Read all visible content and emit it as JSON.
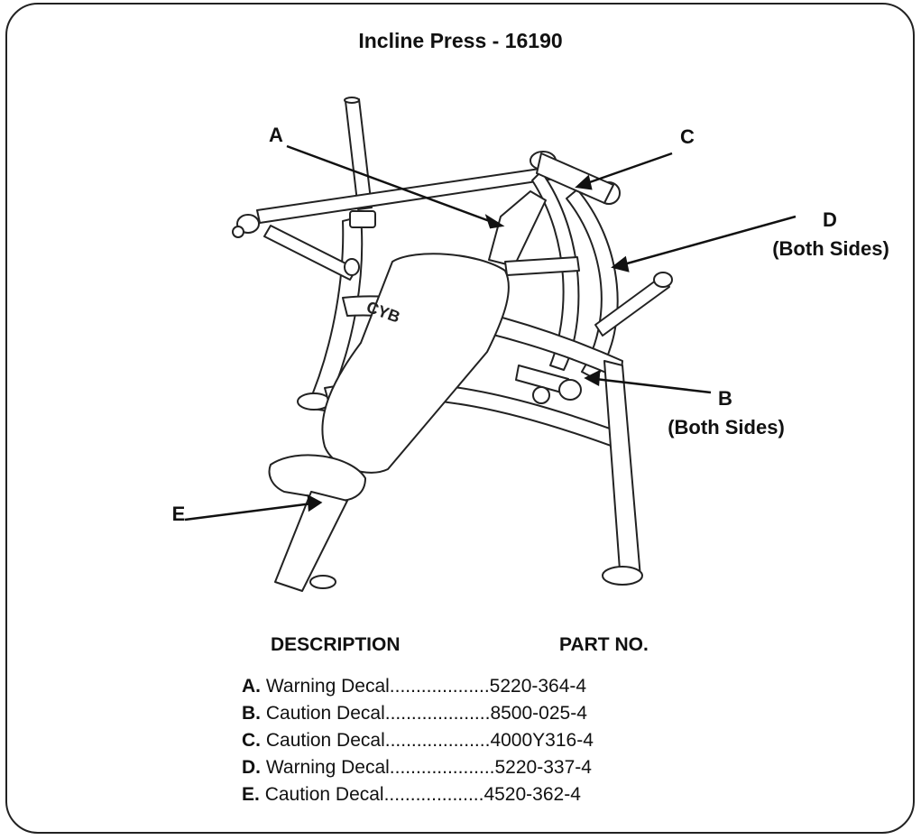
{
  "title": "Incline Press - 16190",
  "callouts": {
    "a": "A",
    "b": "B",
    "b_note": "(Both Sides)",
    "c": "C",
    "d": "D",
    "d_note": "(Both Sides)",
    "e": "E"
  },
  "parts_table": {
    "header_description": "DESCRIPTION",
    "header_part_no": "PART NO.",
    "rows": [
      {
        "letter": "A.",
        "description": "Warning Decal",
        "dots": "...................",
        "part_no": "5220-364-4"
      },
      {
        "letter": "B.",
        "description": "Caution Decal",
        "dots": "....................",
        "part_no": "8500-025-4"
      },
      {
        "letter": "C.",
        "description": "Caution Decal",
        "dots": "....................",
        "part_no": "4000Y316-4"
      },
      {
        "letter": "D.",
        "description": "Warning Decal",
        "dots": "....................",
        "part_no": "5220-337-4"
      },
      {
        "letter": "E.",
        "description": "Caution Decal",
        "dots": "...................",
        "part_no": "4520-362-4"
      }
    ]
  },
  "decal_text": "CYB"
}
